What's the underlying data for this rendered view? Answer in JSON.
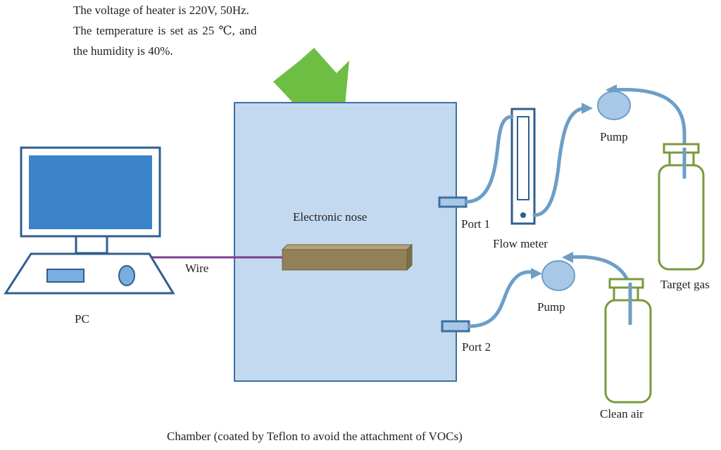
{
  "note": {
    "line1": "The voltage of heater is 220V, 50Hz.",
    "line2": "The temperature is set as 25 ℃, and",
    "line3": "the humidity is 40%."
  },
  "labels": {
    "pc": "PC",
    "wire": "Wire",
    "electronic_nose": "Electronic nose",
    "port1": "Port 1",
    "port2": "Port 2",
    "flow_meter": "Flow meter",
    "pump_top": "Pump",
    "pump_bottom": "Pump",
    "target_gas": "Target gas",
    "clean_air": "Clean air",
    "chamber": "Chamber (coated by Teflon to avoid the attachment of VOCs)"
  },
  "colors": {
    "chamber_fill": "#c3d9ef",
    "chamber_stroke": "#3d6f9f",
    "tube": "#6d9ec6",
    "pump_fill": "#a9c8e8",
    "arrow_green": "#6fbe44",
    "cylinder_stroke": "#7a9a3b",
    "sensor_fill": "#928158",
    "wire": "#7a3f8f",
    "monitor_screen": "#3a83c8",
    "monitor_stroke": "#2f5f8e"
  }
}
